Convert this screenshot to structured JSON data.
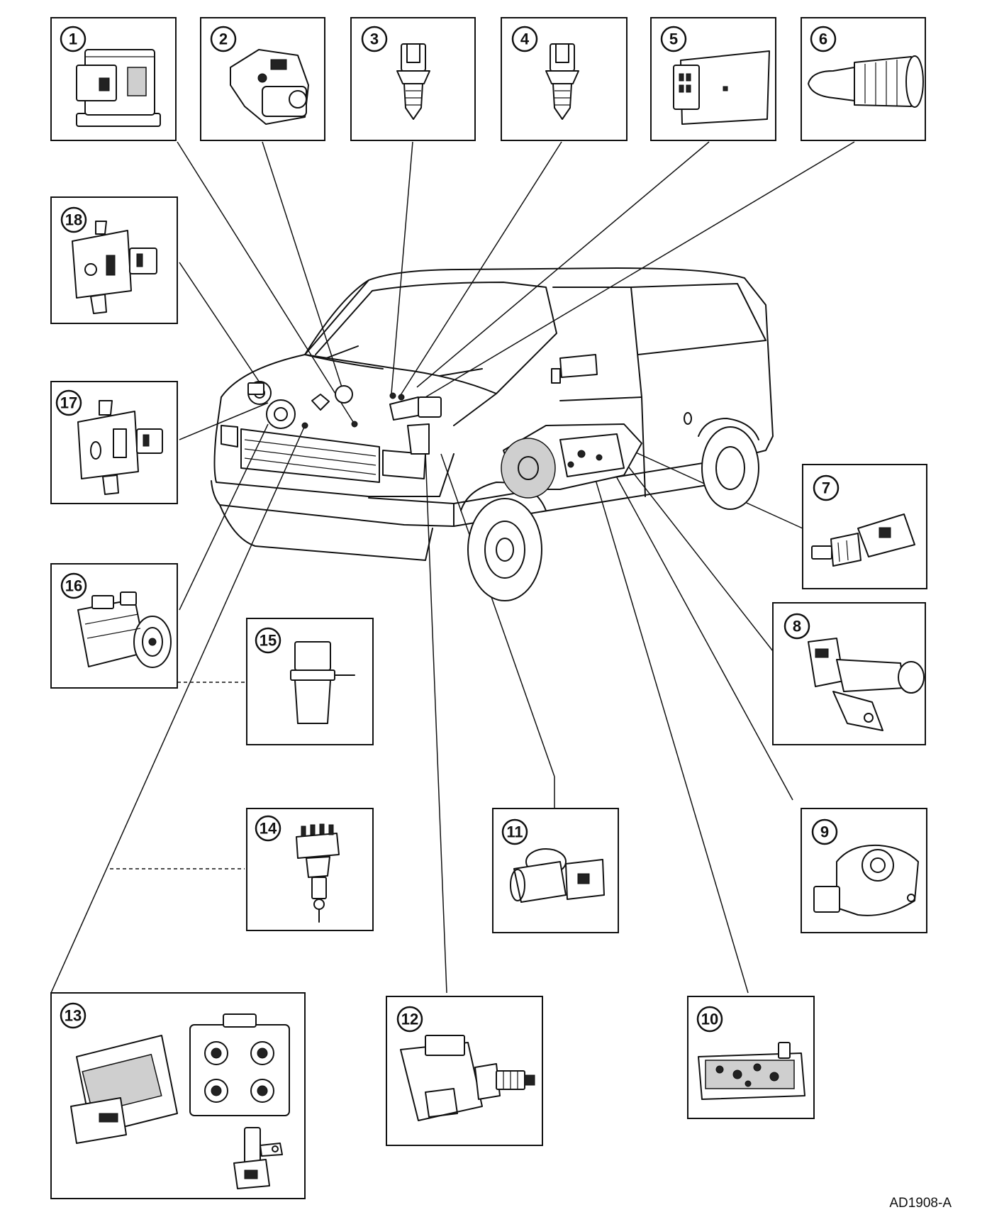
{
  "callouts": [
    "1",
    "2",
    "3",
    "4",
    "5",
    "6",
    "7",
    "8",
    "9",
    "10",
    "11",
    "12",
    "13",
    "14",
    "15",
    "16",
    "17",
    "18"
  ],
  "figure_id": "AD1908-A"
}
